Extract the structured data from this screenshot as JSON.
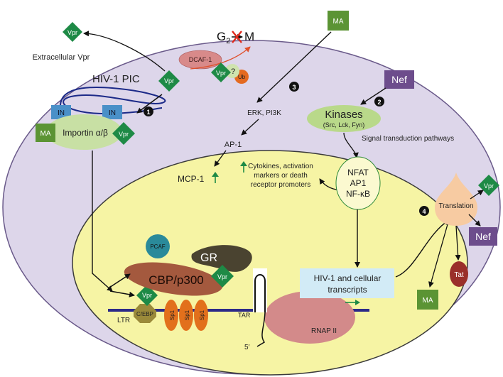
{
  "labels": {
    "extracellular_vpr": "Extracellular Vpr",
    "hiv_pic": "HIV-1 PIC",
    "g2": "G",
    "g2_sub": "2",
    "m": "M",
    "dcaf1": "DCAF-1",
    "question": "?",
    "ub": "Ub",
    "vpr": "Vpr",
    "ma": "MA",
    "nef": "Nef",
    "in": "IN",
    "importin": "Importin α/β",
    "erk_pi3k": "ERK, PI3K",
    "kinases": "Kinases",
    "kinases_sub": "(Src, Lck, Fyn)",
    "signal": "Signal transduction pathways",
    "ap1": "AP-1",
    "mcp1": "MCP-1",
    "cytokines_1": "Cytokines, activation",
    "cytokines_2": "markers or death",
    "cytokines_3": "receptor promoters",
    "nfat": "NFAT",
    "ap1b": "AP1",
    "nfkb": "NF-κB",
    "translation": "Translation",
    "tat": "Tat",
    "pcaf": "PCAF",
    "cbp": "CBP/p300",
    "gr": "GR",
    "tar": "TAR",
    "transcripts_1": "HIV-1 and cellular",
    "transcripts_2": "transcripts",
    "rnap": "RNAP II",
    "cebp": "C/EBP",
    "ltr": "LTR",
    "sp1": "Sp1",
    "five_prime": "5′"
  },
  "steps": [
    "1",
    "2",
    "3",
    "4"
  ],
  "colors": {
    "cell": "#ddd6ea",
    "nucleus": "#f6f4a4",
    "vpr_green": "#1e8a46",
    "ma_green": "#5b9434",
    "nef_purple": "#6d4d8c",
    "kinase_green": "#b9d98a",
    "importin_green": "#c8e0a4",
    "in_blue": "#4a90c8",
    "dna_blue": "#2c2a88",
    "cbp_brown": "#a4593e",
    "gr_dark": "#4a4330",
    "pcaf_teal": "#2a8a9a",
    "sp1_orange": "#e2701c",
    "rnap_pink": "#d38a8a",
    "tat_red": "#9a2f2a",
    "transcripts_blue": "#d2ebf6"
  }
}
